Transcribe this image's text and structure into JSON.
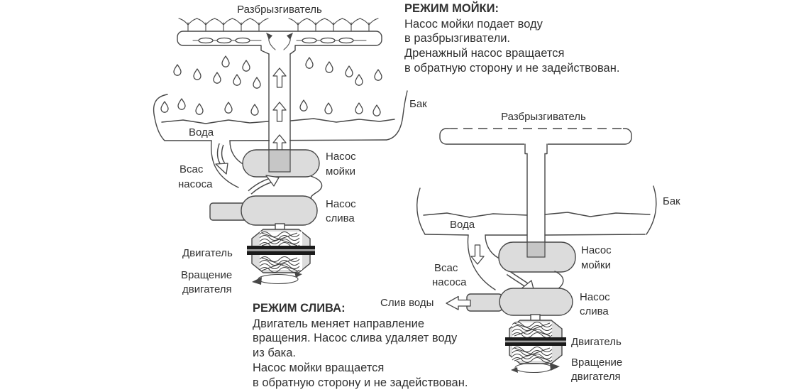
{
  "left_diagram": {
    "sprinkler": "Разбрызгиватель",
    "tank": "Бак",
    "water": "Вода",
    "suction_line1": "Всас",
    "suction_line2": "насоса",
    "wash_pump_line1": "Насос",
    "wash_pump_line2": "мойки",
    "drain_pump_line1": "Насос",
    "drain_pump_line2": "слива",
    "motor": "Двигатель",
    "rotation_line1": "Вращение",
    "rotation_line2": "двигателя"
  },
  "right_diagram": {
    "sprinkler": "Разбрызгиватель",
    "tank": "Бак",
    "water": "Вода",
    "suction_line1": "Всас",
    "suction_line2": "насоса",
    "wash_pump_line1": "Насос",
    "wash_pump_line2": "мойки",
    "drain_pump_line1": "Насос",
    "drain_pump_line2": "слива",
    "drain_out": "Слив воды",
    "motor": "Двигатель",
    "rotation_line1": "Вращение",
    "rotation_line2": "двигателя"
  },
  "wash_mode": {
    "title": "РЕЖИМ МОЙКИ:",
    "lines": [
      "Насос мойки подает воду",
      "в разбрызгиватели.",
      "Дренажный насос вращается",
      "в обратную сторону и не задействован."
    ]
  },
  "drain_mode": {
    "title": "РЕЖИМ СЛИВА:",
    "lines": [
      "Двигатель меняет направление",
      "вращения. Насос слива удаляет воду",
      "из бака.",
      "Насос мойки вращается",
      "в обратную сторону и не задействован."
    ]
  },
  "colors": {
    "bg": "#ffffff",
    "line": "#474747",
    "gray": "#dcdcdc",
    "darkgray": "#c6c6c6",
    "shaft": "#1a1a1a",
    "text": "#303030"
  }
}
